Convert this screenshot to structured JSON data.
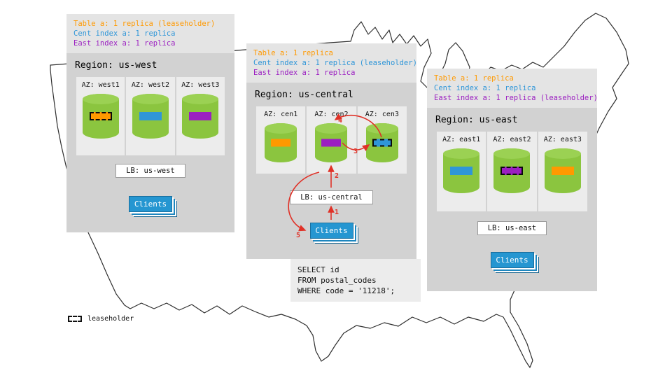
{
  "regions": [
    {
      "name": "us-west",
      "title": "Region: us-west",
      "replica_lines": [
        {
          "text": "Table a: 1 replica (leaseholder)",
          "color": "#ff9900"
        },
        {
          "text": "Cent index a: 1 replica",
          "color": "#2f96d8"
        },
        {
          "text": "East index a: 1 replica",
          "color": "#9b1fc1"
        }
      ],
      "azs": [
        {
          "label": "AZ: west1",
          "replica": "table",
          "leaseholder": true
        },
        {
          "label": "AZ: west2",
          "replica": "cent",
          "leaseholder": false
        },
        {
          "label": "AZ: west3",
          "replica": "east",
          "leaseholder": false
        }
      ],
      "lb": "LB: us-west",
      "clients": "Clients"
    },
    {
      "name": "us-central",
      "title": "Region: us-central",
      "replica_lines": [
        {
          "text": "Table a: 1 replica",
          "color": "#ff9900"
        },
        {
          "text": "Cent index a: 1 replica (leaseholder)",
          "color": "#2f96d8"
        },
        {
          "text": "East index a: 1 replica",
          "color": "#9b1fc1"
        }
      ],
      "azs": [
        {
          "label": "AZ: cen1",
          "replica": "table",
          "leaseholder": false
        },
        {
          "label": "AZ: cen2",
          "replica": "east",
          "leaseholder": false
        },
        {
          "label": "AZ: cen3",
          "replica": "cent",
          "leaseholder": true
        }
      ],
      "lb": "LB: us-central",
      "clients": "Clients"
    },
    {
      "name": "us-east",
      "title": "Region: us-east",
      "replica_lines": [
        {
          "text": "Table a: 1 replica",
          "color": "#ff9900"
        },
        {
          "text": "Cent index a: 1 replica",
          "color": "#2f96d8"
        },
        {
          "text": "East index a: 1 replica (leaseholder)",
          "color": "#9b1fc1"
        }
      ],
      "azs": [
        {
          "label": "AZ: east1",
          "replica": "cent",
          "leaseholder": false
        },
        {
          "label": "AZ: east2",
          "replica": "east",
          "leaseholder": true
        },
        {
          "label": "AZ: east3",
          "replica": "table",
          "leaseholder": false
        }
      ],
      "lb": "LB: us-east",
      "clients": "Clients"
    }
  ],
  "query": {
    "lines": [
      "SELECT id",
      "FROM postal_codes",
      "WHERE code = '11218';"
    ]
  },
  "arrow_steps": [
    "1",
    "2",
    "3",
    "4",
    "5"
  ],
  "legend": {
    "label": "leaseholder"
  },
  "colors": {
    "table_replica": "#ff9900",
    "cent_replica": "#2f96d8",
    "east_replica": "#9b1fc1",
    "db_node_green": "#8bc53f",
    "arrow_red": "#e03127",
    "clients_blue": "#2596d1",
    "panel_gray": "#d2d2d2",
    "info_gray": "#e4e4e4",
    "az_gray": "#ececec"
  }
}
